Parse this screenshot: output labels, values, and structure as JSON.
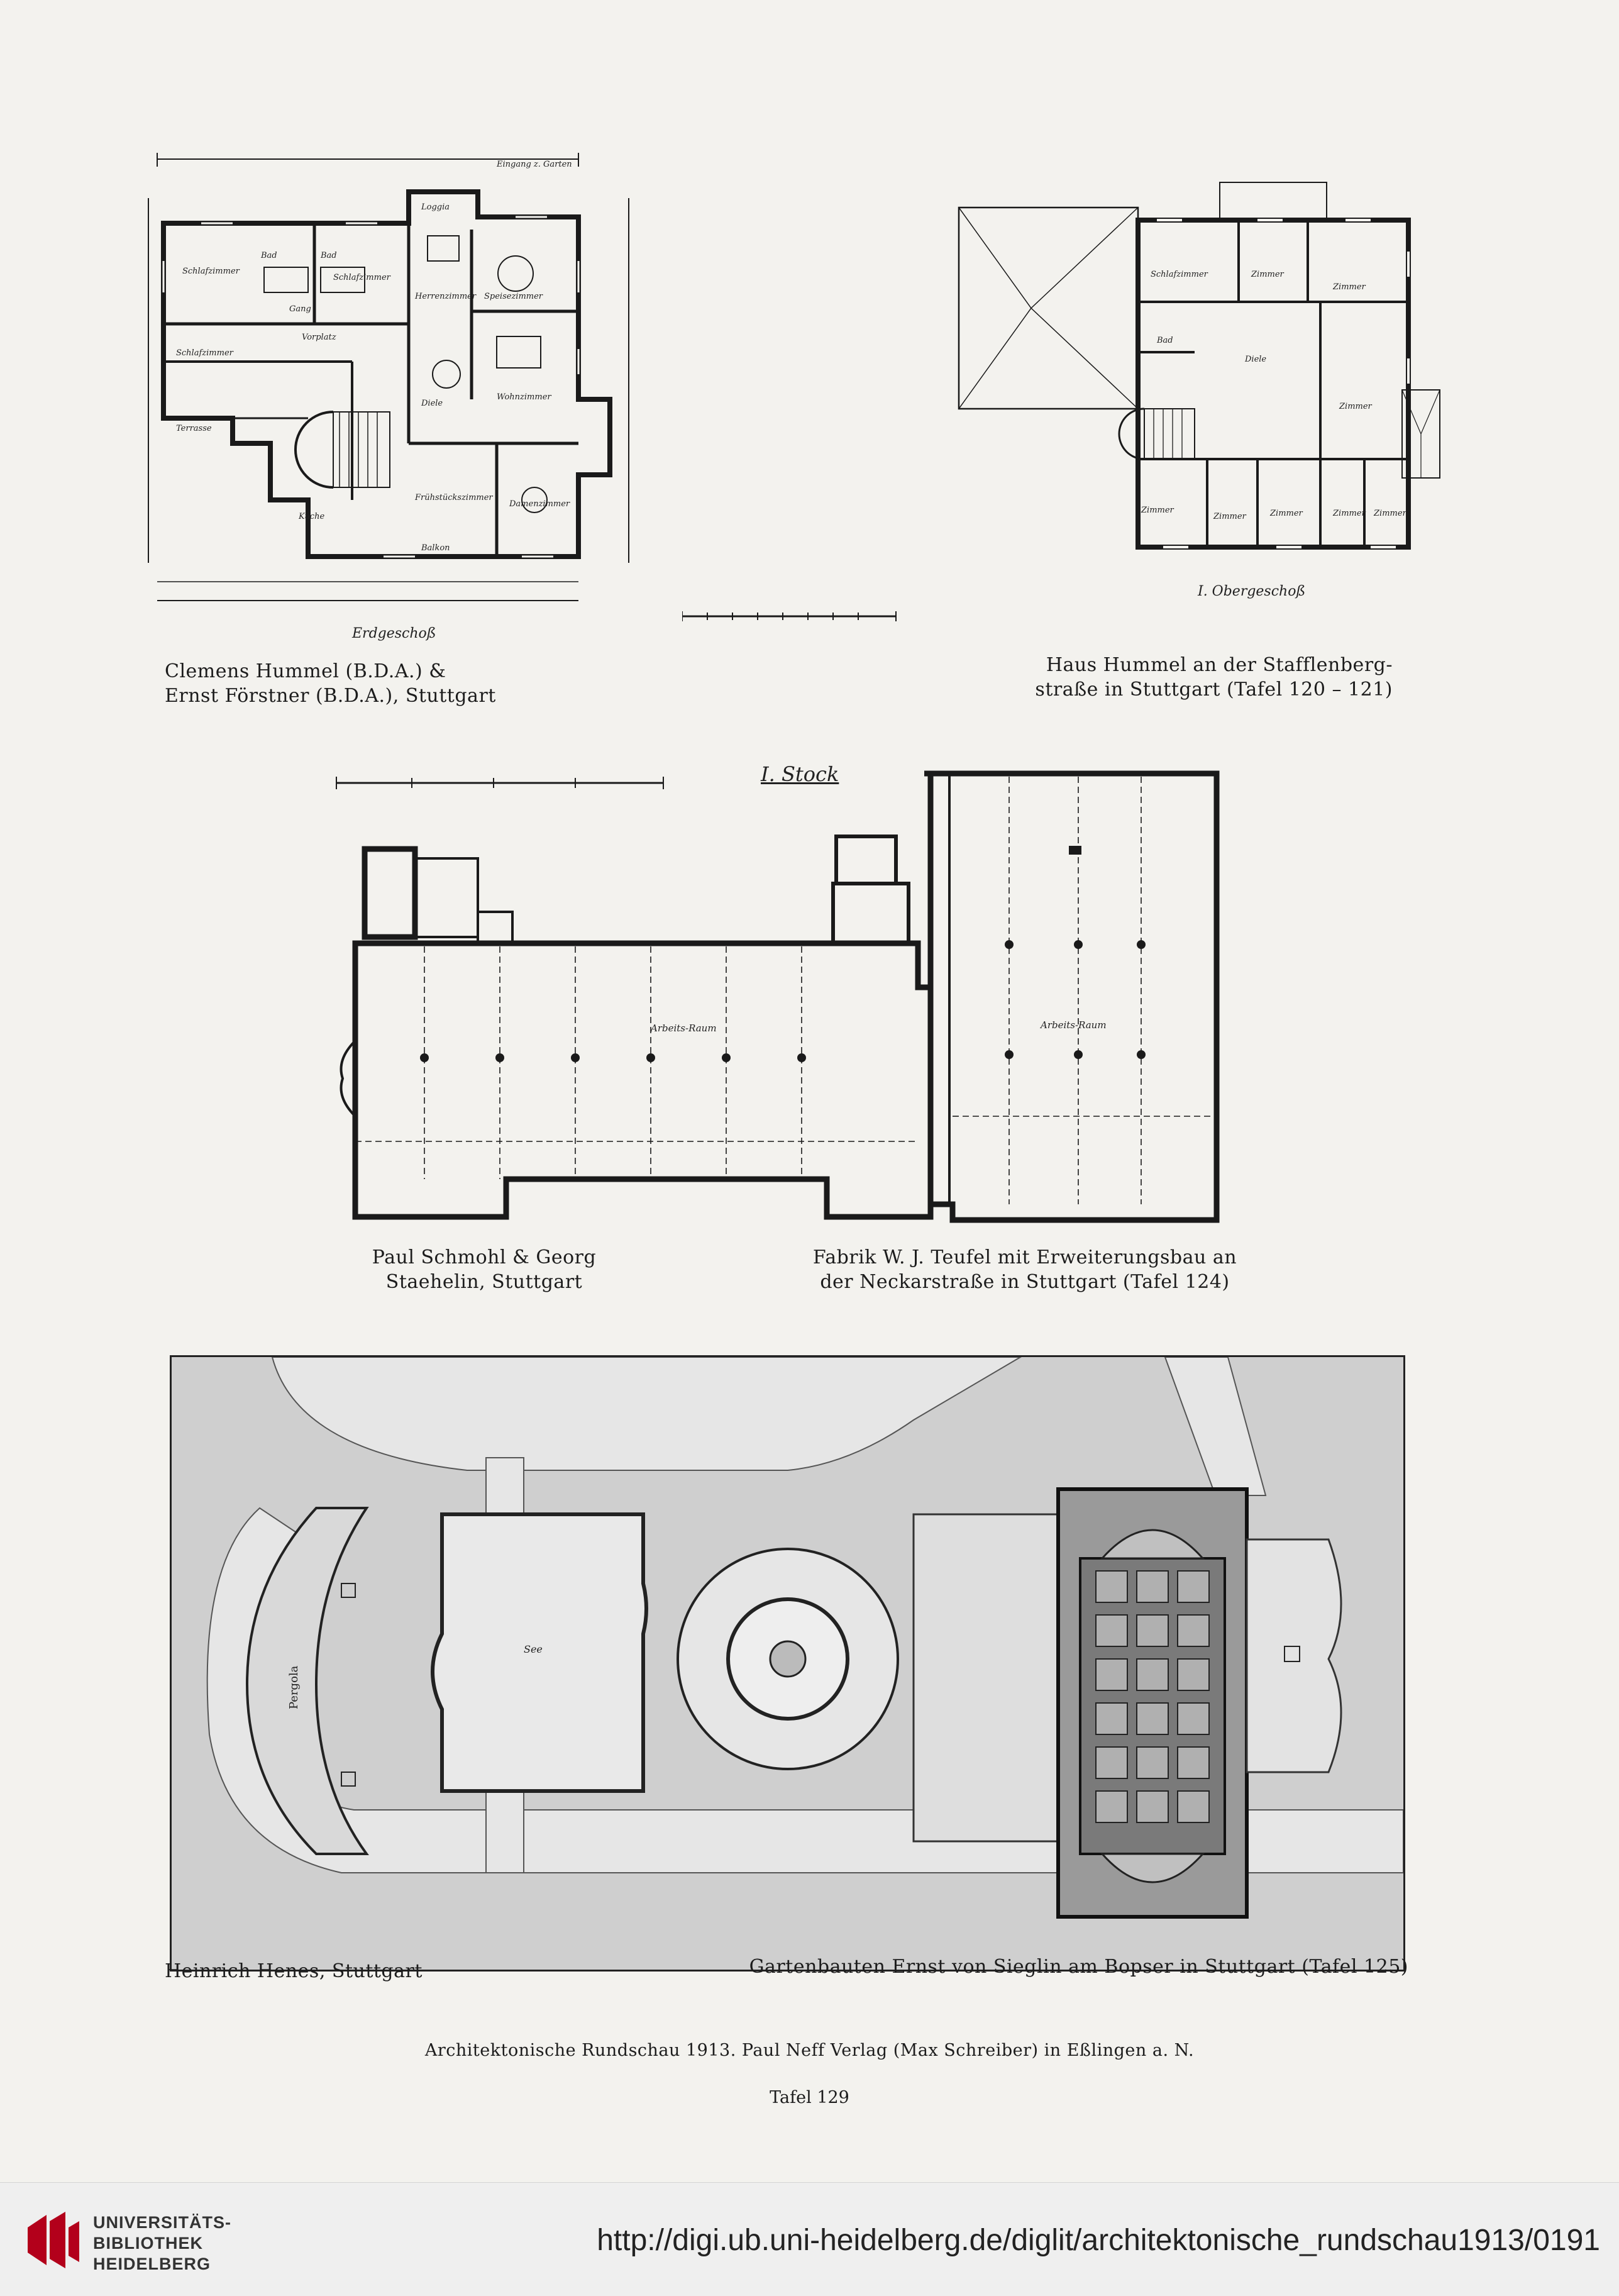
{
  "plate_1": {
    "floor_label": "Erdgeschoß",
    "caption": [
      "Clemens Hummel (B.D.A.) &",
      "Ernst Förstner (B.D.A.), Stuttgart"
    ],
    "rooms": [
      "Schlafzimmer",
      "Bad",
      "Bad",
      "Schlafzimmer",
      "Gang",
      "Vorplatz",
      "Schlafzimmer",
      "Loggia",
      "Herrenzimmer",
      "Speisezimmer",
      "Diele",
      "Wohnzimmer",
      "Terrasse",
      "Küche",
      "Damenzimmer",
      "Frühstückszimmer",
      "Balkon",
      "Eingang z. Garten"
    ]
  },
  "plate_2": {
    "floor_label": "I. Obergeschoß",
    "caption": [
      "Haus Hummel an der Stafflenberg-",
      "straße in Stuttgart (Tafel 120 – 121)"
    ],
    "rooms": [
      "Schlafzimmer",
      "Zimmer",
      "Zimmer",
      "Bad",
      "Diele",
      "Zimmer",
      "Zimmer",
      "Zimmer",
      "Zimmer",
      "Zimmer",
      "Zimmer"
    ]
  },
  "plate_3": {
    "floor_label": "I. Stock",
    "caption_left": [
      "Paul Schmohl & Georg",
      "Staehelin, Stuttgart"
    ],
    "caption_right": [
      "Fabrik W. J. Teufel mit Erweiterungsbau an",
      "der Neckarstraße in Stuttgart (Tafel 124)"
    ],
    "rooms": [
      "Arbeits-Raum",
      "Arbeits-Raum"
    ]
  },
  "plate_4": {
    "caption_left": [
      "Heinrich Henes, Stuttgart"
    ],
    "caption_right": [
      "Gartenbauten Ernst von Sieglin am Bopser in Stuttgart (Tafel 125)"
    ],
    "labels": [
      "Pergola",
      "See"
    ]
  },
  "footer": {
    "publisher": "Architektonische Rundschau 1913.   Paul Neff Verlag (Max Schreiber) in Eßlingen a. N.",
    "plate_number": "Tafel 129"
  },
  "library": {
    "name_lines": [
      "UNIVERSITÄTS-",
      "BIBLIOTHEK",
      "HEIDELBERG"
    ],
    "url": "http://digi.ub.uni-heidelberg.de/diglit/architektonische_rundschau1913/0191",
    "brand_color": "#b3001b"
  }
}
